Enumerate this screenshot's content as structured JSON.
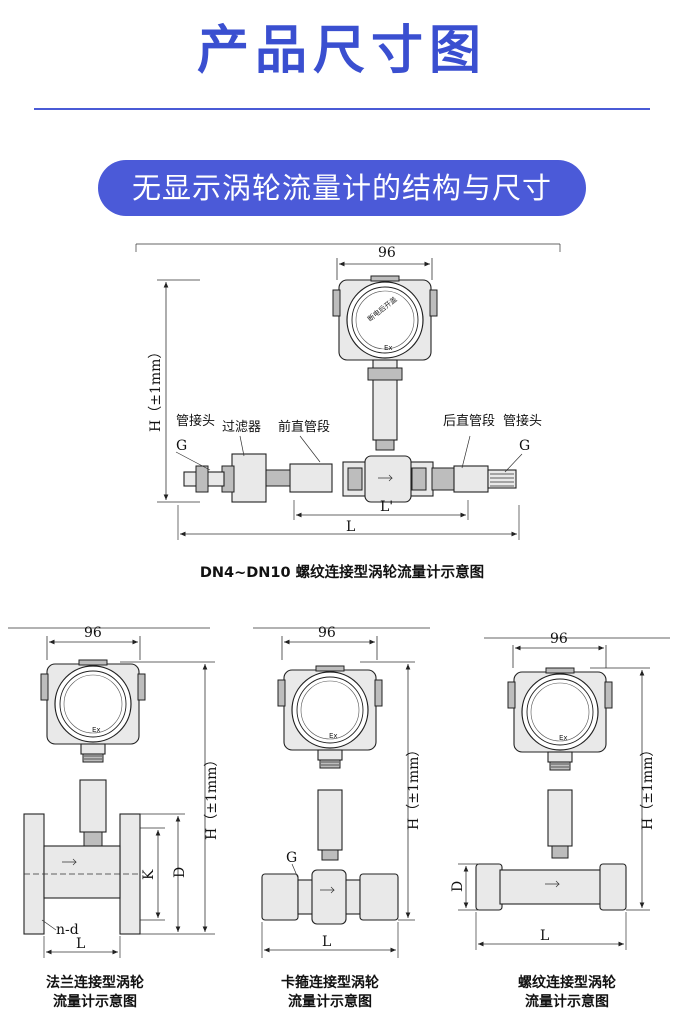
{
  "page": {
    "title": "产品尺寸图",
    "section_title": "无显示涡轮流量计的结构与尺寸"
  },
  "top_drawing": {
    "caption": "DN4~DN10 螺纹连接型涡轮流量计示意图",
    "width_label": "96",
    "height_label": "H（±1mm）",
    "length_label": "L",
    "straight_length_label": "L'",
    "thread_label": "G",
    "callouts": [
      "管接头",
      "过滤器",
      "前直管段",
      "后直管段",
      "管接头"
    ],
    "thread_label_right": "G"
  },
  "meter_face": {
    "warning_text": "断电后开盖",
    "ex_mark": "Ex"
  },
  "bottom_drawings": [
    {
      "caption_line1": "法兰连接型涡轮",
      "caption_line2": "流量计示意图",
      "width_label": "96",
      "height_label": "H（±1mm）",
      "k_label": "K",
      "d_label": "D",
      "bolt_label": "n-d",
      "length_label": "L"
    },
    {
      "caption_line1": "卡箍连接型涡轮",
      "caption_line2": "流量计示意图",
      "width_label": "96",
      "height_label": "H（±1mm）",
      "thread_label": "G",
      "length_label": "L"
    },
    {
      "caption_line1": "螺纹连接型涡轮",
      "caption_line2": "流量计示意图",
      "width_label": "96",
      "height_label": "H（±1mm）",
      "d_label": "D",
      "length_label": "L"
    }
  ]
}
